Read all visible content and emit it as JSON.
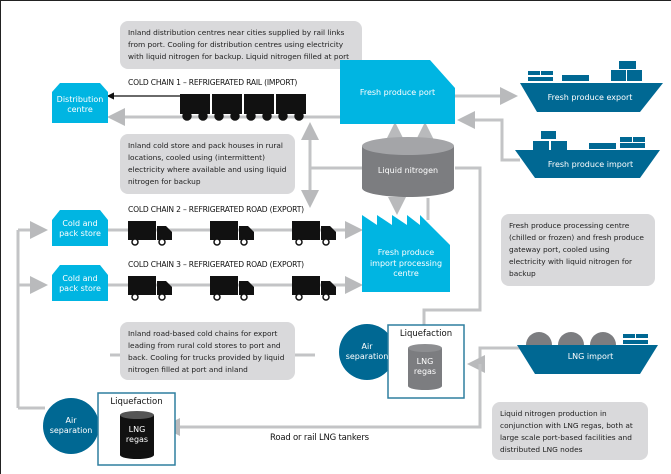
{
  "diagram": {
    "notes": {
      "rail_note": "Inland distribution centres near cities supplied by rail links from port. Cooling for distribution centres using electricity with liquid nitrogen for backup. Liquid nitrogen filled at port",
      "cold_store_note": "Inland cold store and pack houses in rural locations, cooled using (intermittent) electricity where available and using liquid nitrogen for backup",
      "processing_note": "Fresh produce processing centre (chilled or frozen) and fresh produce gateway port, cooled using electricity with liquid nitrogen for backup",
      "road_note": "Inland road-based cold chains for export leading from rural cold stores to port and back. Cooling for trucks provided by liquid nitrogen filled at port and inland",
      "lng_note": "Liquid nitrogen production in conjunction with LNG regas, both at large scale port-based facilities and distributed LNG nodes"
    },
    "chain_labels": {
      "chain1": "COLD CHAIN 1 – REFRIGERATED RAIL (IMPORT)",
      "chain2": "COLD CHAIN 2 – REFRIGERATED ROAD (EXPORT)",
      "chain3": "COLD CHAIN 3 – REFRIGERATED ROAD (EXPORT)"
    },
    "nodes": {
      "distribution_centre_1": "Distribution",
      "distribution_centre_2": "centre",
      "cold_store_a_1": "Cold and",
      "cold_store_a_2": "pack store",
      "cold_store_b_1": "Cold and",
      "cold_store_b_2": "pack store",
      "port": "Fresh produce  port",
      "liquid_nitrogen": "Liquid nitrogen",
      "processing_1": "Fresh produce",
      "processing_2": "import processing",
      "processing_3": "centre",
      "export_ship": "Fresh produce  export",
      "import_ship": "Fresh produce  import",
      "lng_ship": "LNG import",
      "air_sep_port_1": "Air",
      "air_sep_port_2": "separation",
      "air_sep_inland_1": "Air",
      "air_sep_inland_2": "separation",
      "liquefaction_port": "Liquefaction",
      "liquefaction_inland": "Liquefaction",
      "lng_regas_port_1": "LNG",
      "lng_regas_port_2": "regas",
      "lng_regas_inland_1": "LNG",
      "lng_regas_inland_2": "regas"
    },
    "tanker_label": "Road or rail  LNG tankers",
    "colors": {
      "cyan": "#00b5e2",
      "navy": "#006893",
      "grey_tank": "#7c7d80",
      "note_bg": "#d9d9db",
      "line": "#c3c4c6",
      "vehicle": "#111111"
    }
  }
}
